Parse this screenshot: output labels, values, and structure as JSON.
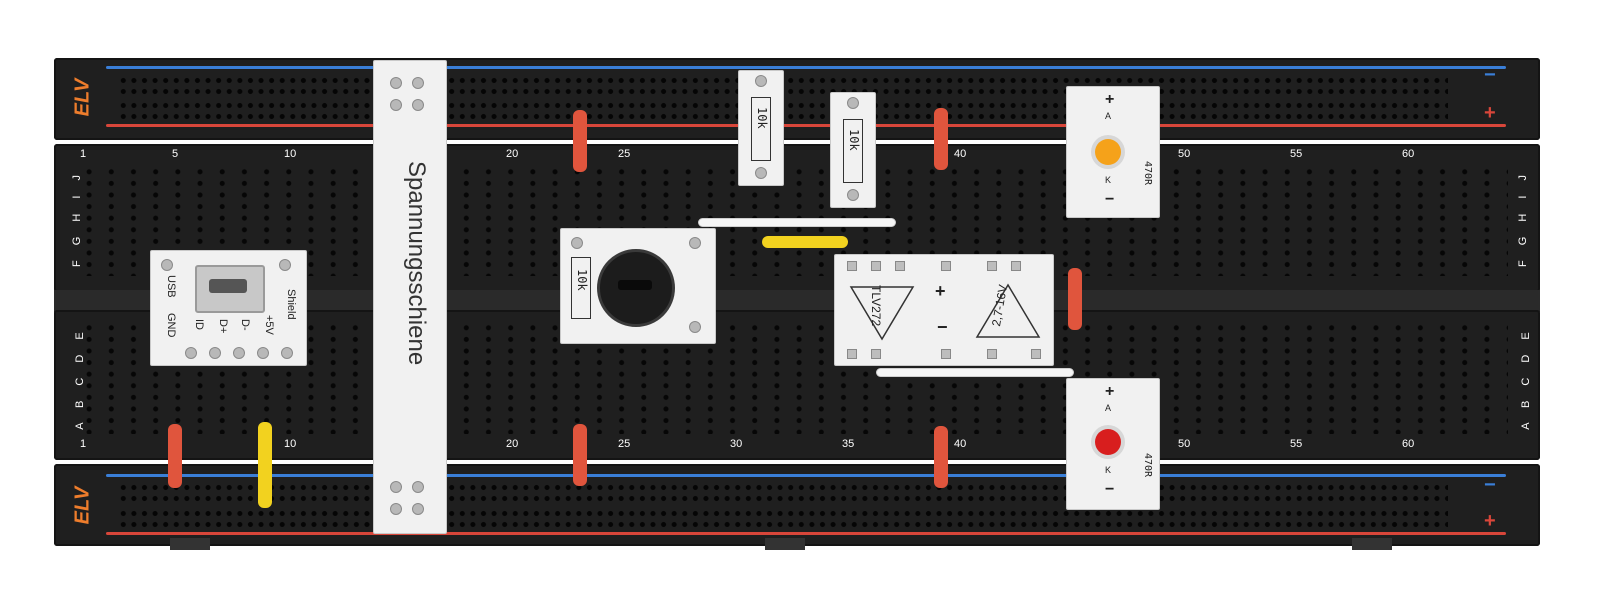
{
  "board": {
    "brand": "ELV",
    "rail_minus": "−",
    "rail_plus": "+",
    "row_letters_upper": "F G H I J",
    "row_letters_lower": "A B C D E",
    "col_numbers": [
      "1",
      "5",
      "10",
      "20",
      "25",
      "30",
      "35",
      "40",
      "50",
      "55",
      "60"
    ]
  },
  "modules": {
    "voltage_rail": {
      "label": "Spannungsschiene"
    },
    "usb": {
      "labels": [
        "USB",
        "GND",
        "ID",
        "D+",
        "D-",
        "+5V",
        "Shield"
      ]
    },
    "resistor_a": {
      "label": "10k"
    },
    "resistor_b": {
      "label": "10k"
    },
    "potentiometer": {
      "label": "10k"
    },
    "opamp": {
      "label": "TLV272",
      "supply": "2,7-16V",
      "plus": "+",
      "minus": "−"
    },
    "led_orange": {
      "anode": "A",
      "cathode": "K",
      "resistor": "470R",
      "plus": "+",
      "minus": "−"
    },
    "led_red": {
      "anode": "A",
      "cathode": "K",
      "resistor": "470R",
      "plus": "+",
      "minus": "−"
    }
  },
  "colors": {
    "board": "#1f1f1f",
    "rail_blue": "#3a7fd8",
    "rail_red": "#d8463a",
    "brand": "#ee7d2c",
    "jumper_red": "#e0553d",
    "jumper_yellow": "#f2d21f",
    "led_orange": "#f5a21a",
    "led_red": "#d81e1e"
  }
}
